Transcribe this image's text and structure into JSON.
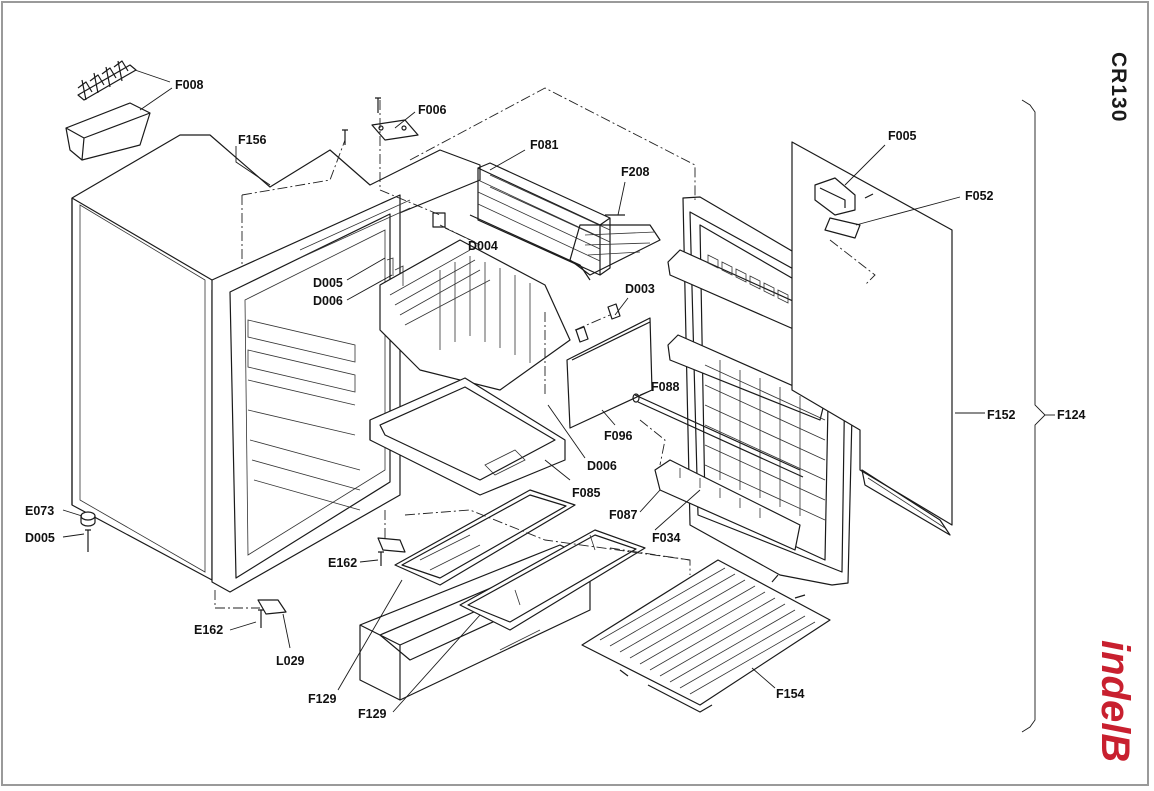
{
  "model": "CR130",
  "brand": "indelB",
  "parts": [
    {
      "code": "F008"
    },
    {
      "code": "F006"
    },
    {
      "code": "F156"
    },
    {
      "code": "F081"
    },
    {
      "code": "F208"
    },
    {
      "code": "F005"
    },
    {
      "code": "F052"
    },
    {
      "code": "D004"
    },
    {
      "code": "D005"
    },
    {
      "code": "D006"
    },
    {
      "code": "D003"
    },
    {
      "code": "F088"
    },
    {
      "code": "F096"
    },
    {
      "code": "F152"
    },
    {
      "code": "F124"
    },
    {
      "code": "D006"
    },
    {
      "code": "F085"
    },
    {
      "code": "F087"
    },
    {
      "code": "F034"
    },
    {
      "code": "E073"
    },
    {
      "code": "D005"
    },
    {
      "code": "E162"
    },
    {
      "code": "E162"
    },
    {
      "code": "L029"
    },
    {
      "code": "F129"
    },
    {
      "code": "F129"
    },
    {
      "code": "F154"
    }
  ]
}
